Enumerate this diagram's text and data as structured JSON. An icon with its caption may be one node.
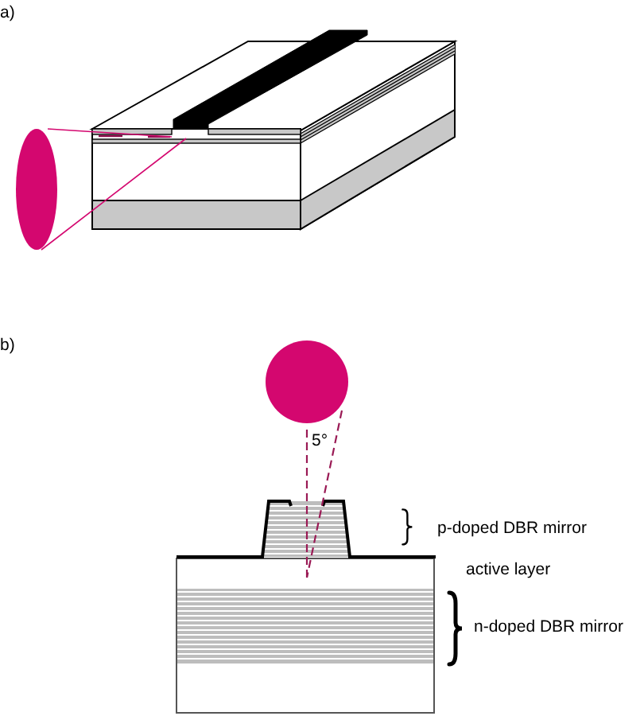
{
  "diagram": {
    "labels": [
      "a)",
      "b)",
      "5°",
      "p-doped DBR mirror",
      "active layer",
      "n-doped DBR mirror"
    ]
  }
}
